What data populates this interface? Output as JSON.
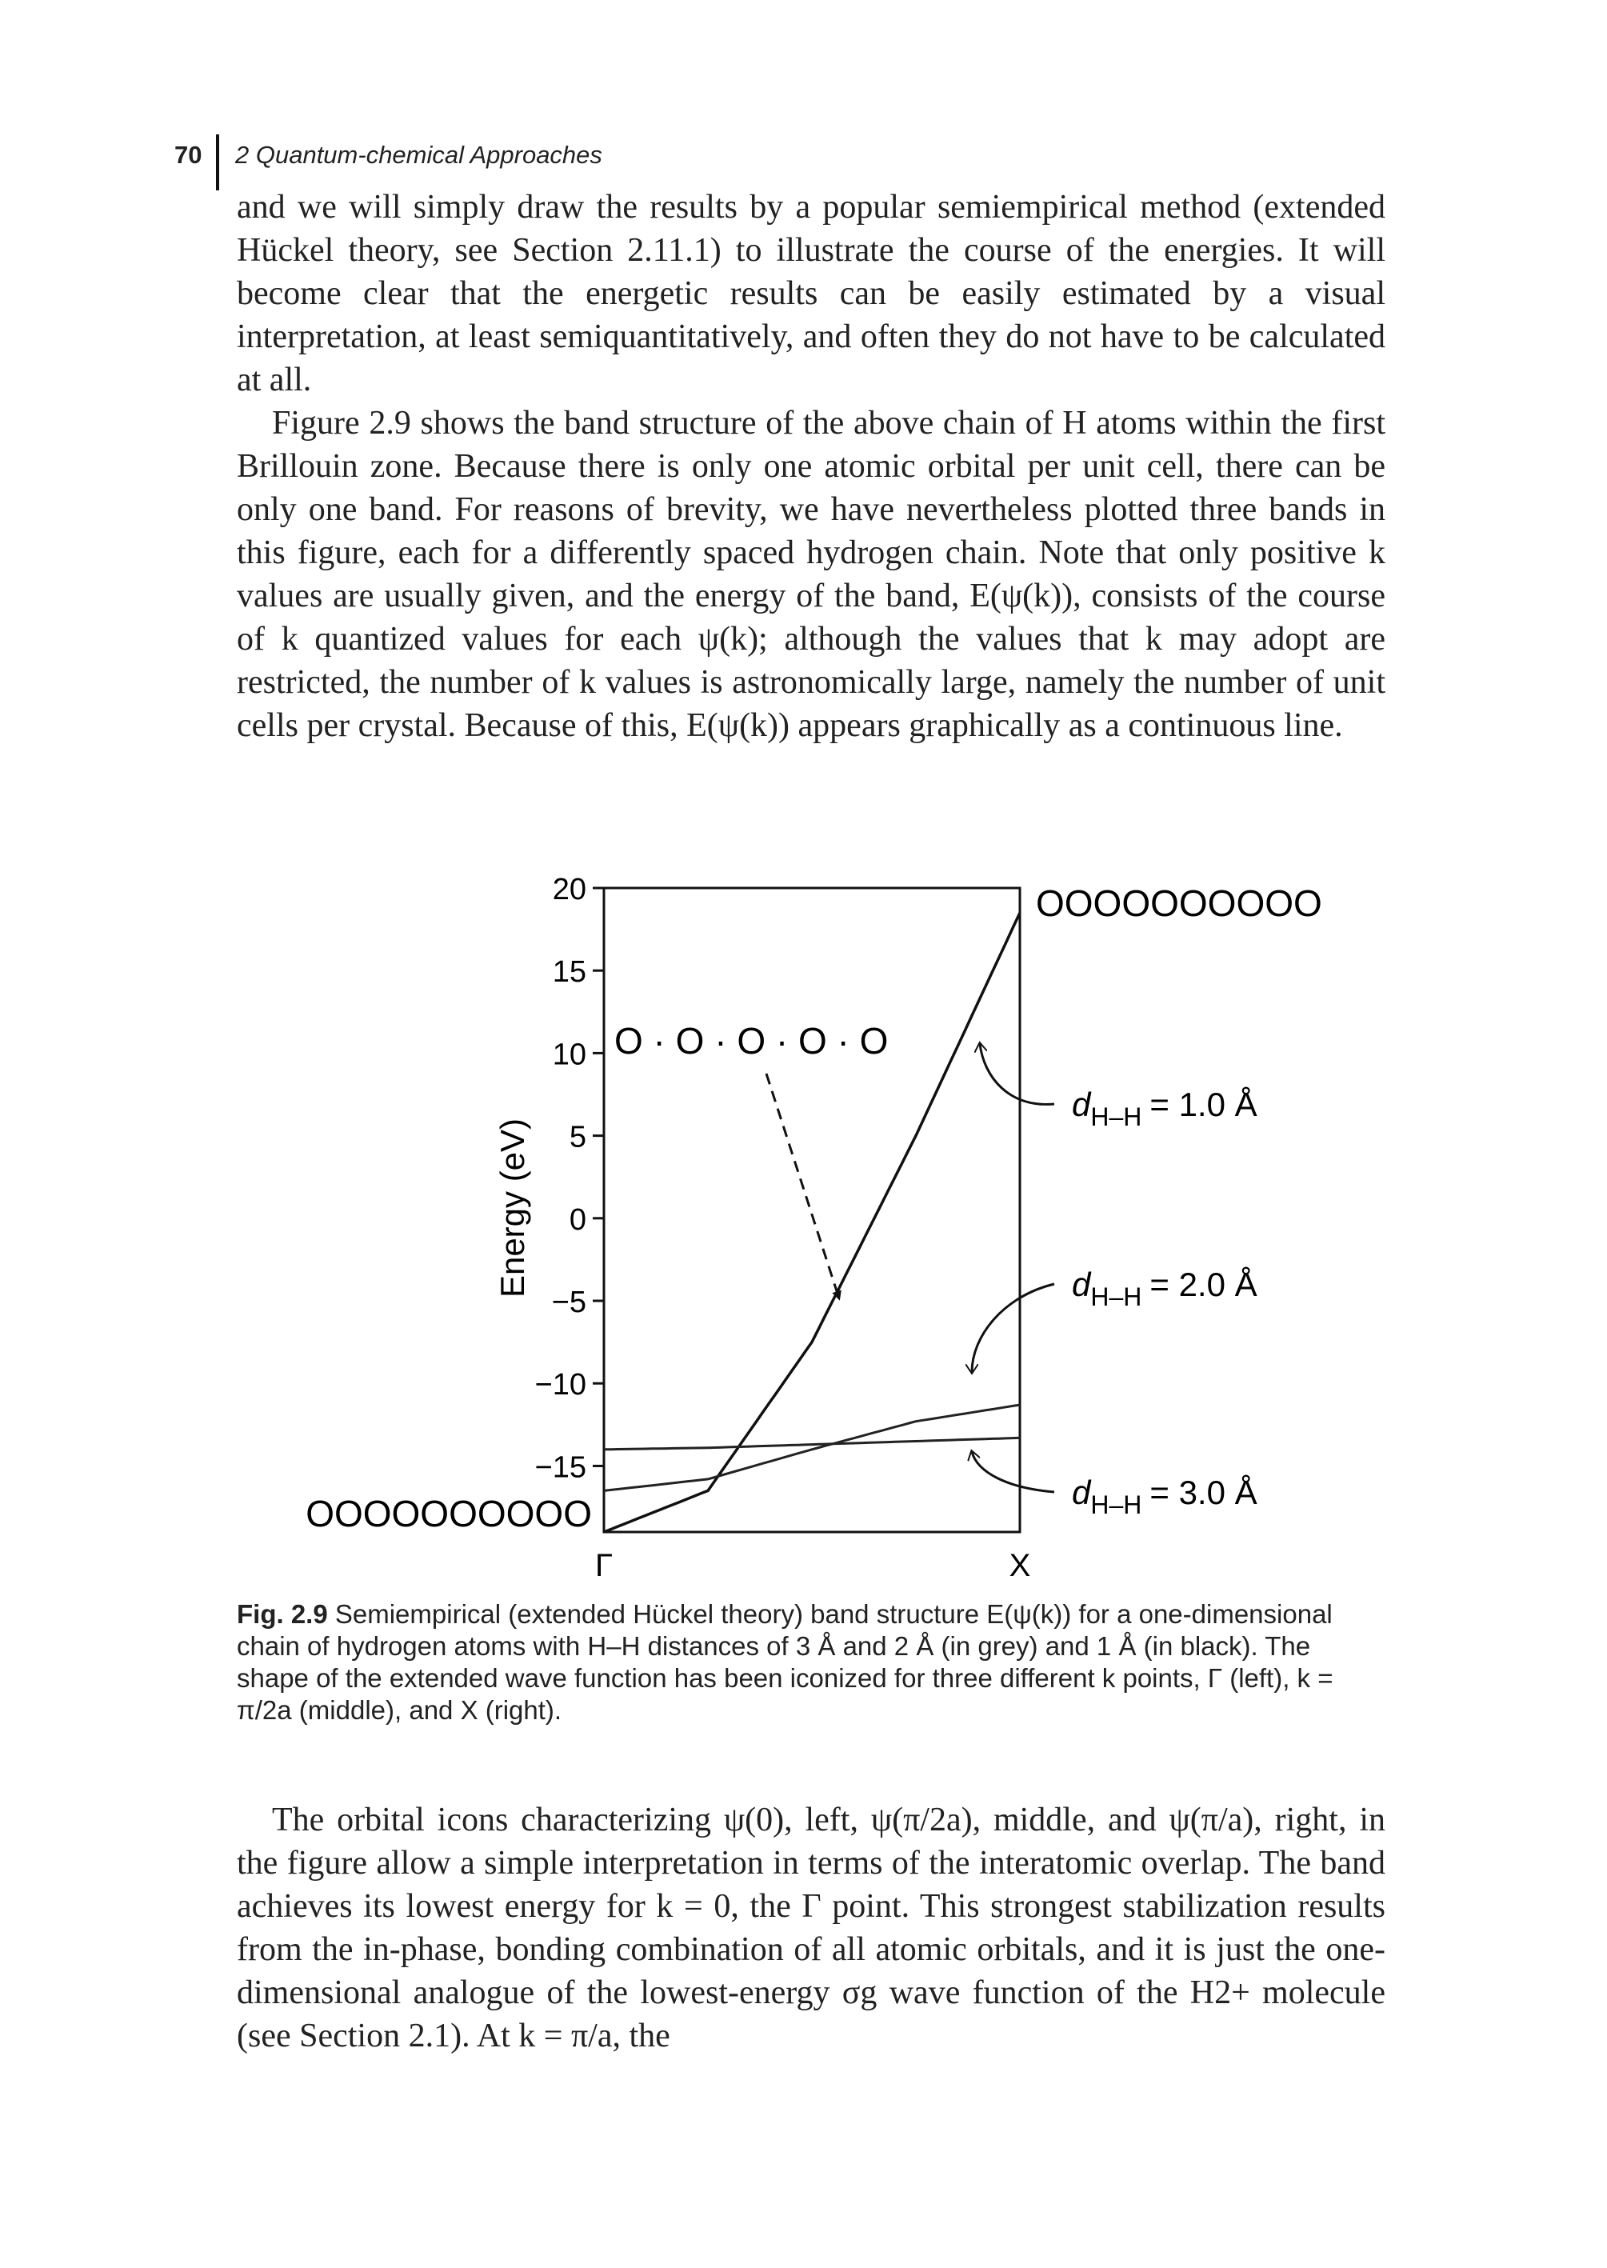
{
  "header": {
    "page_number": "70",
    "running_title": "2 Quantum-chemical Approaches"
  },
  "text_top": [
    "and we will simply draw the results by a popular semiempirical method (extended Hückel theory, see Section 2.11.1) to illustrate the course of the energies. It will become clear that the energetic results can be easily estimated by a visual interpretation, at least semiquantitatively, and often they do not have to be calculated at all.",
    "Figure 2.9 shows the band structure of the above chain of H atoms within the first Brillouin zone. Because there is only one atomic orbital per unit cell, there can be only one band. For reasons of brevity, we have nevertheless plotted three bands in this figure, each for a differently spaced hydrogen chain. Note that only positive k values are usually given, and the energy of the band, E(ψ(k)), consists of the course of k quantized values for each ψ(k); although the values that k may adopt are restricted, the number of k values is astronomically large, namely the number of unit cells per crystal. Because of this, E(ψ(k)) appears graphically as a continuous line."
  ],
  "figure": {
    "ylabel": "Energy (eV)",
    "yticks": [
      "20",
      "15",
      "10",
      "5",
      "0",
      "-5",
      "-10",
      "-15"
    ],
    "xticks": [
      "Γ",
      "X"
    ],
    "orbital_left": "OOOOOOOOOO",
    "orbital_right": "OOOOOOOOOO",
    "orbital_middle": "O · O · O · O · O",
    "labels": [
      {
        "d": "d",
        "sub": "H–H",
        "value": "= 1.0 Å"
      },
      {
        "d": "d",
        "sub": "H–H",
        "value": "= 2.0 Å"
      },
      {
        "d": "d",
        "sub": "H–H",
        "value": "= 3.0 Å"
      }
    ]
  },
  "chart_data": {
    "type": "line",
    "xlabel": "",
    "ylabel": "Energy (eV)",
    "xticks": [
      "Γ",
      "X"
    ],
    "ylim": [
      -19,
      20
    ],
    "x": [
      0,
      0.25,
      0.5,
      0.75,
      1.0
    ],
    "series": [
      {
        "name": "dH–H = 1.0 Å",
        "values": [
          -19.0,
          -16.5,
          -7.5,
          5.0,
          18.5
        ]
      },
      {
        "name": "dH–H = 2.0 Å",
        "values": [
          -16.5,
          -15.8,
          -14.0,
          -12.3,
          -11.3
        ]
      },
      {
        "name": "dH–H = 3.0 Å",
        "values": [
          -14.0,
          -13.9,
          -13.7,
          -13.5,
          -13.3
        ]
      }
    ]
  },
  "caption": {
    "label": "Fig. 2.9",
    "text": "Semiempirical (extended Hückel theory) band structure E(ψ(k)) for a one-dimensional chain of hydrogen atoms with H–H distances of 3 Å and 2 Å (in grey) and 1 Å (in black). The shape of the extended wave function has been iconized for three different k points, Γ (left), k = π/2a (middle), and X (right)."
  },
  "text_bottom": "The orbital icons characterizing ψ(0), left, ψ(π/2a), middle, and ψ(π/a), right, in the figure allow a simple interpretation in terms of the interatomic overlap. The band achieves its lowest energy for k = 0, the Γ point. This strongest stabilization results from the in-phase, bonding combination of all atomic orbitals, and it is just the one-dimensional analogue of the lowest-energy σg wave function of the H2+ molecule (see Section 2.1). At k = π/a, the"
}
